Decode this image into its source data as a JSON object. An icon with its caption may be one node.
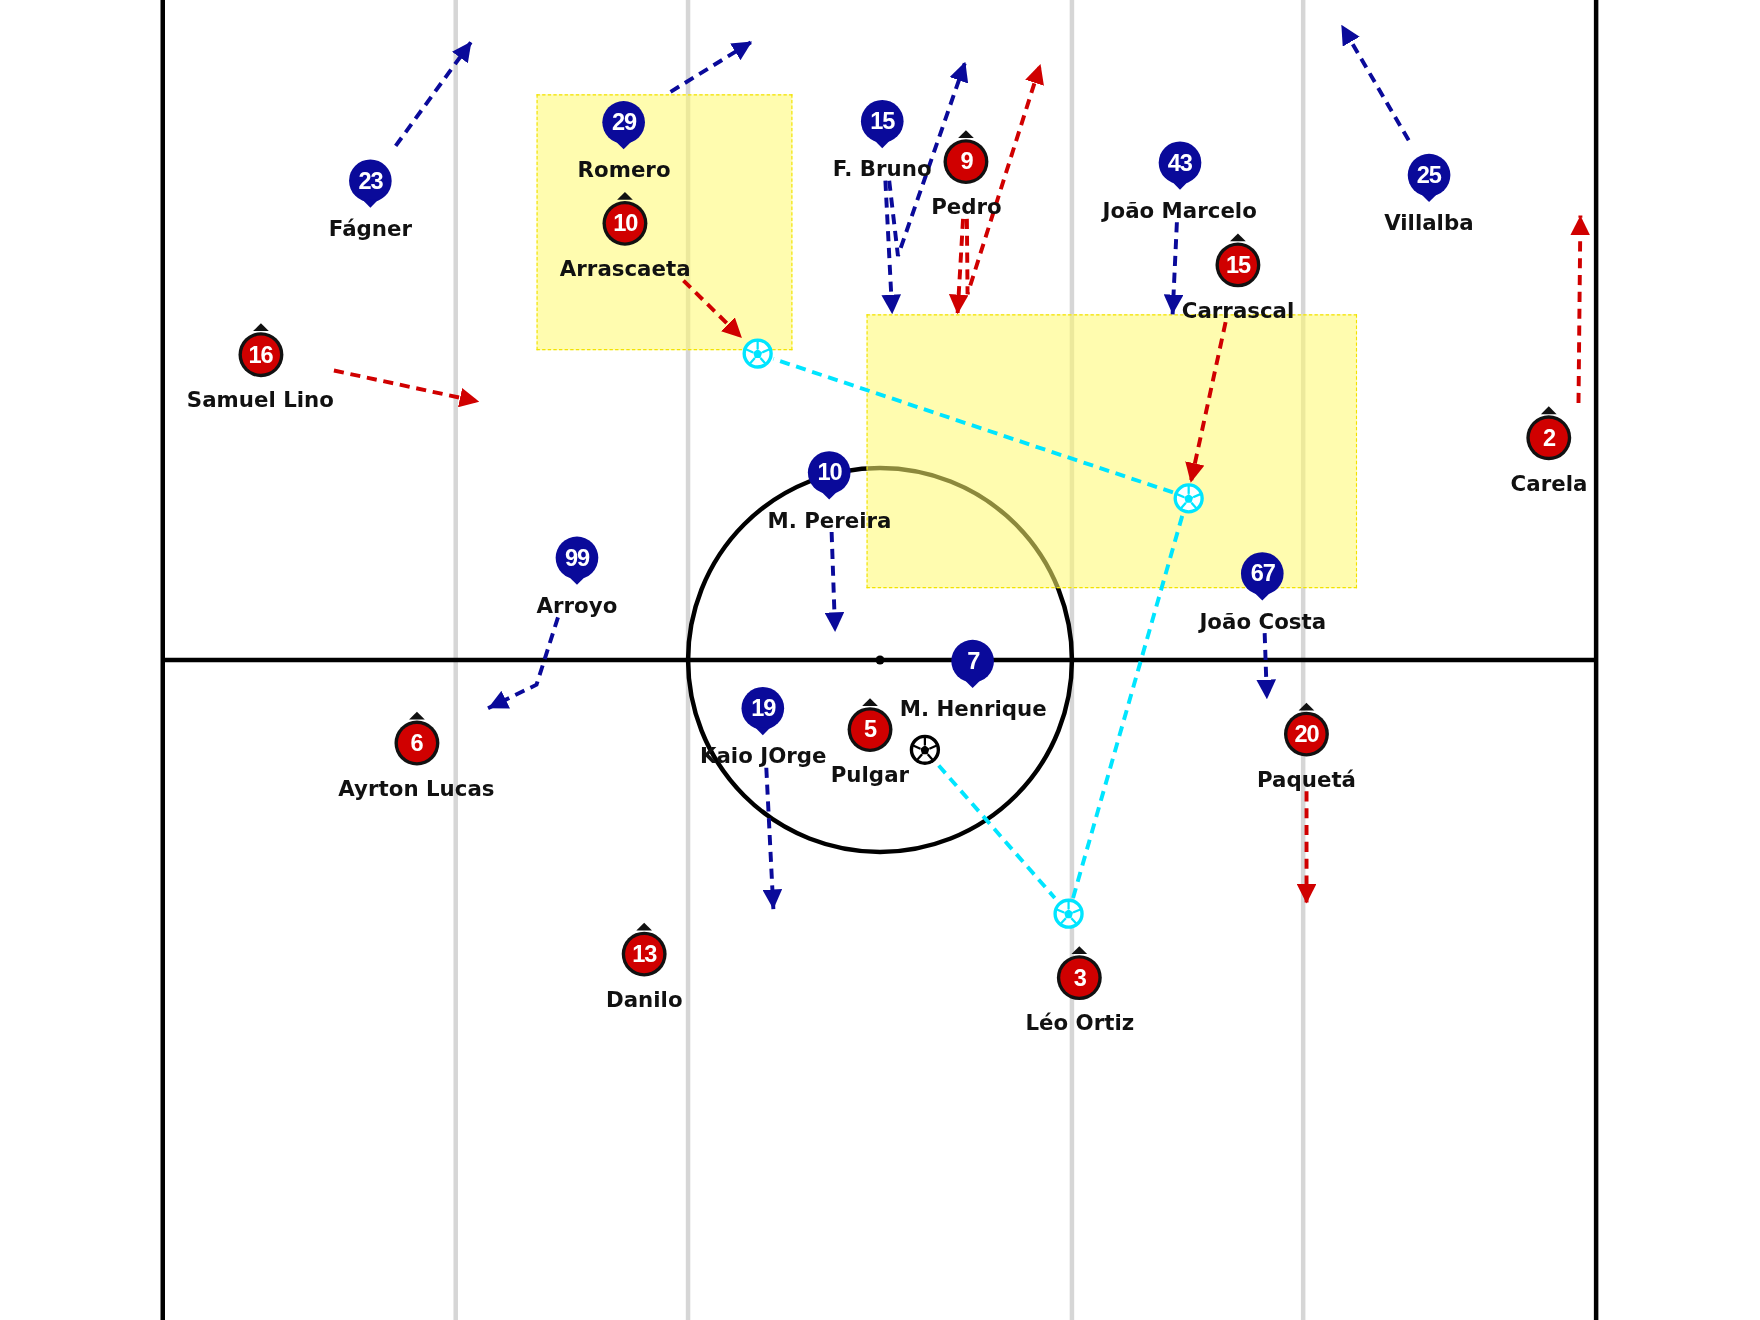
{
  "diagram": {
    "nodes": [
      {
        "text": [],
        "shape": "box"
      },
      {
        "text": [
          "29",
          "Romero"
        ],
        "in": 0
      },
      {
        "text": [
          "15",
          "F. Bruno"
        ]
      },
      {
        "text": [
          "9",
          "Pedro"
        ]
      },
      {
        "text": [
          "43",
          "João Marcelo"
        ]
      },
      {
        "text": [
          "25",
          "Villalba"
        ]
      },
      {
        "text": [
          "23",
          "Fágner"
        ]
      },
      {
        "text": [
          "10",
          "Arrascaeta"
        ],
        "in": 0
      },
      {
        "text": [
          "15",
          "Carrascal"
        ]
      },
      {
        "text": [],
        "shape": "box"
      },
      {
        "text": [
          "16",
          "Samuel Lino"
        ]
      },
      {
        "text": [
          "2",
          "Carela"
        ]
      },
      {
        "text": [
          "10",
          "M. Pereira"
        ]
      },
      {
        "text": [
          "99",
          "Arroyo"
        ]
      },
      {
        "text": [
          "67",
          "João Costa"
        ]
      },
      {
        "text": [
          "7",
          "M. Henrique"
        ]
      },
      {
        "text": [
          "19",
          "Kaio JOrge"
        ]
      },
      {
        "text": [
          "5",
          "Pulgar"
        ]
      },
      {
        "text": [
          "20",
          "Paquetá"
        ]
      },
      {
        "text": [
          "6",
          "Ayrton Lucas"
        ]
      },
      {
        "text": [
          "13",
          "Danilo"
        ]
      },
      {
        "text": [
          "3",
          "Léo Ortiz"
        ]
      },
      {
        "text": [],
        "shape": "ball"
      },
      {
        "text": [],
        "shape": "ball",
        "in": 9
      },
      {
        "text": [],
        "shape": "ball"
      },
      {
        "text": [],
        "shape": "ball"
      }
    ],
    "edges": [
      {
        "from": 1,
        "to": null,
        "arrow": "to",
        "style": "dashed"
      },
      {
        "from": 2,
        "to": 9,
        "arrow": "to",
        "style": "dashed"
      },
      {
        "from": 2,
        "to": null,
        "arrow": "to",
        "style": "dashed"
      },
      {
        "from": 3,
        "to": 9,
        "arrow": "to",
        "style": "dashed",
        "color": "#d00000"
      },
      {
        "from": 3,
        "to": null,
        "arrow": "to",
        "style": "dashed",
        "color": "#d00000"
      },
      {
        "from": 4,
        "to": 9,
        "arrow": "to",
        "style": "dashed"
      },
      {
        "from": 5,
        "to": null,
        "arrow": "to",
        "style": "dashed"
      },
      {
        "from": 6,
        "to": null,
        "arrow": "to",
        "style": "dashed"
      },
      {
        "from": 7,
        "to": 22,
        "arrow": "to",
        "style": "dashed",
        "color": "#d00000"
      },
      {
        "from": 8,
        "to": 23,
        "arrow": "to",
        "style": "dashed",
        "color": "#d00000"
      },
      {
        "from": 10,
        "to": null,
        "arrow": "to",
        "style": "dashed",
        "color": "#d00000"
      },
      {
        "from": 11,
        "to": null,
        "arrow": "to",
        "style": "dashed",
        "color": "#d00000"
      },
      {
        "from": 12,
        "to": null,
        "arrow": "to",
        "style": "dashed"
      },
      {
        "from": 13,
        "to": 19,
        "arrow": "to",
        "style": "dashed"
      },
      {
        "from": 14,
        "to": 18,
        "arrow": "to",
        "style": "dashed"
      },
      {
        "from": 16,
        "to": null,
        "arrow": "to",
        "style": "dashed"
      },
      {
        "from": 18,
        "to": null,
        "arrow": "to",
        "style": "dashed",
        "color": "#d00000"
      },
      {
        "from": 24,
        "to": 25,
        "arrow": "none",
        "style": "dashed",
        "color": "#00e5ff"
      },
      {
        "from": 25,
        "to": 23,
        "arrow": "none",
        "style": "dashed",
        "color": "#00e5ff"
      },
      {
        "from": 23,
        "to": 22,
        "arrow": "none",
        "style": "dashed",
        "color": "#00e5ff"
      }
    ]
  }
}
